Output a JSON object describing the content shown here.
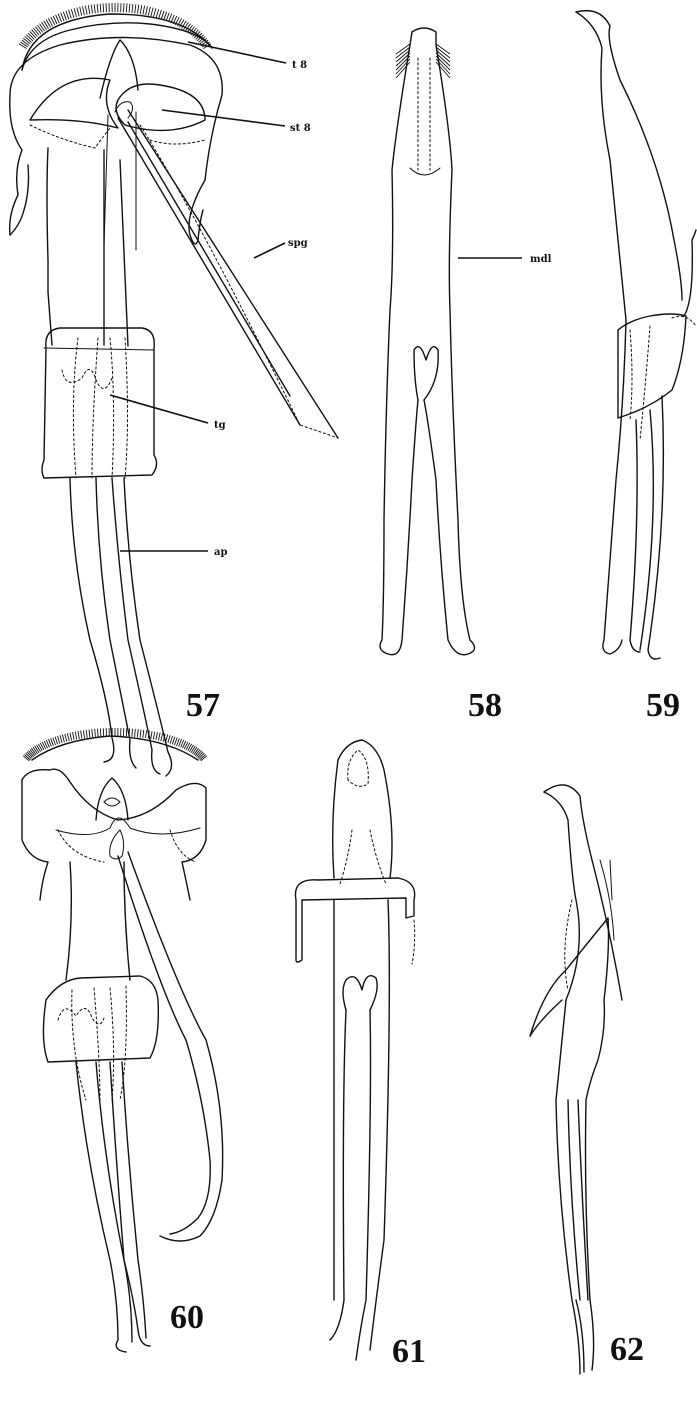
{
  "figures": [
    {
      "id": "57",
      "number": "57"
    },
    {
      "id": "58",
      "number": "58"
    },
    {
      "id": "59",
      "number": "59"
    },
    {
      "id": "60",
      "number": "60"
    },
    {
      "id": "61",
      "number": "61"
    },
    {
      "id": "62",
      "number": "62"
    }
  ],
  "labels": {
    "t8": "t 8",
    "st8": "st 8",
    "spg": "spg",
    "tg": "tg",
    "ap": "ap",
    "mdl": "mdl"
  }
}
